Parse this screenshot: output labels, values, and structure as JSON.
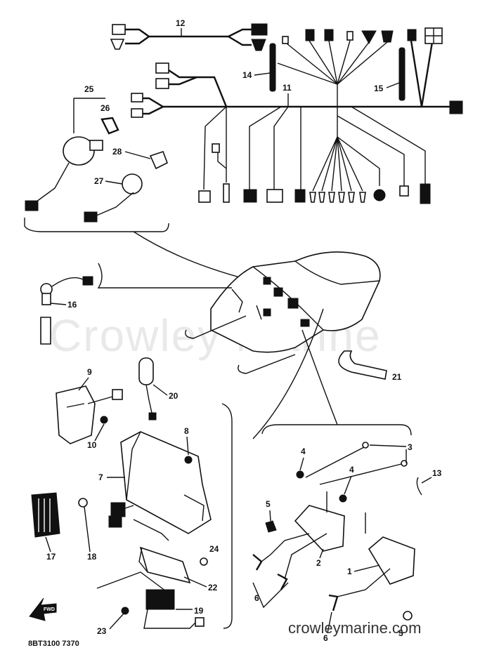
{
  "watermark": "Crowley Marine",
  "site": "crowleymarine.com",
  "figure_code": "8BT3100 7370",
  "fwd_label": "FWD",
  "callouts": {
    "c1": "1",
    "c2": "2",
    "c3": "3",
    "c4a": "4",
    "c4b": "4",
    "c5a": "5",
    "c5b": "5",
    "c6a": "6",
    "c6b": "6",
    "c7": "7",
    "c8": "8",
    "c9": "9",
    "c10": "10",
    "c11": "11",
    "c12": "12",
    "c13": "13",
    "c14": "14",
    "c15": "15",
    "c16": "16",
    "c17": "17",
    "c18": "18",
    "c19": "19",
    "c20": "20",
    "c21": "21",
    "c22": "22",
    "c23": "23",
    "c24": "24",
    "c25": "25",
    "c26": "26",
    "c27": "27",
    "c28": "28"
  }
}
